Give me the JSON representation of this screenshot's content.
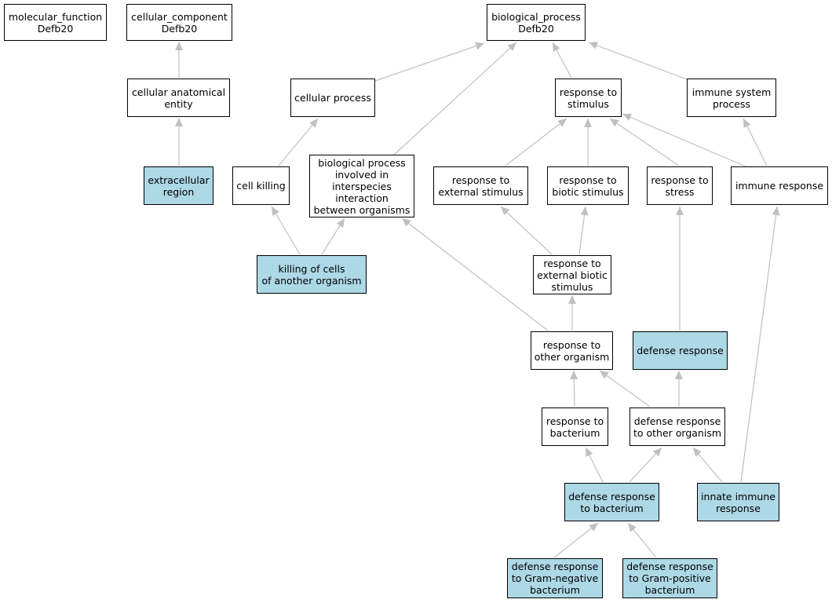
{
  "colors": {
    "highlight": "#add8e6",
    "node": "#ffffff",
    "edge": "#c0c0c0",
    "border": "#000000"
  },
  "nodes": {
    "molecular_function": "molecular_function\nDefb20",
    "cellular_component": "cellular_component\nDefb20",
    "biological_process": "biological_process\nDefb20",
    "cellular_anatomical_entity": "cellular anatomical\nentity",
    "cellular_process": "cellular process",
    "response_to_stimulus": "response to\nstimulus",
    "immune_system_process": "immune system\nprocess",
    "extracellular_region": "extracellular\nregion",
    "cell_killing": "cell killing",
    "bp_interspecies": "biological process\ninvolved in\ninterspecies\ninteraction\nbetween organisms",
    "response_to_external_stimulus": "response to\nexternal stimulus",
    "response_to_biotic_stimulus": "response to\nbiotic stimulus",
    "response_to_stress": "response to\nstress",
    "immune_response": "immune response",
    "killing_of_cells": "killing of cells\nof another organism",
    "response_to_external_biotic_stimulus": "response to\nexternal biotic\nstimulus",
    "response_to_other_organism": "response to\nother organism",
    "defense_response": "defense response",
    "response_to_bacterium": "response to\nbacterium",
    "defense_response_to_other_organism": "defense response\nto other organism",
    "defense_response_to_bacterium": "defense response\nto bacterium",
    "innate_immune_response": "innate immune\nresponse",
    "defense_gram_negative": "defense response\nto Gram-negative\nbacterium",
    "defense_gram_positive": "defense response\nto Gram-positive\nbacterium"
  }
}
